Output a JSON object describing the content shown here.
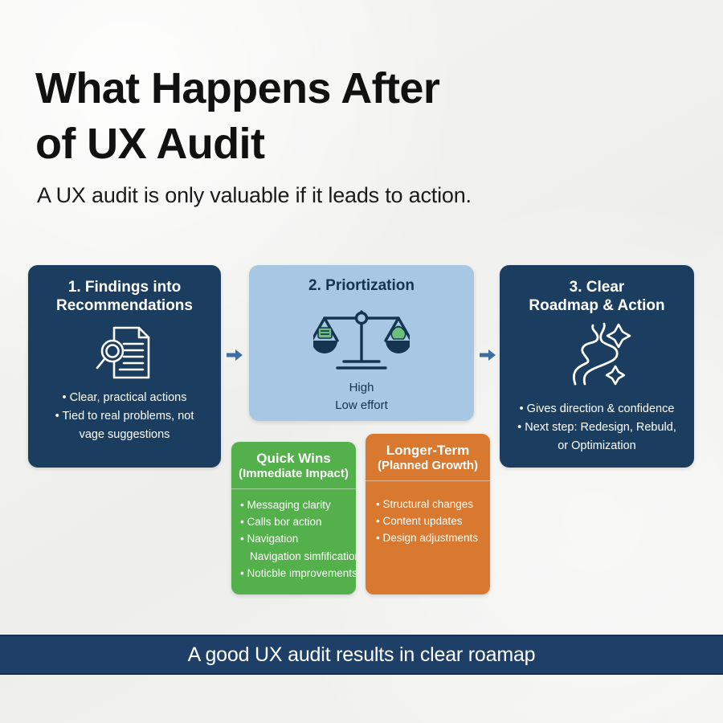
{
  "page": {
    "background_color": "#f2f2f0",
    "title_lines": [
      "What Happens After",
      "of UX Audit"
    ],
    "subtitle": "A UX audit is only valuable if it leads to action."
  },
  "colors": {
    "dark_navy": "#1b3d5f",
    "light_blue": "#a7c7e2",
    "green": "#53b04b",
    "orange": "#d9782f",
    "banner": "#1e4068",
    "arrow": "#3f6f9e"
  },
  "cards": [
    {
      "id": "findings",
      "heading_lines": [
        "1. Findings into",
        "Recommendations"
      ],
      "icon": "document-magnifier-icon",
      "bullets": [
        "• Clear, practical actions",
        "• Tied to real problems, not",
        "vage suggestions"
      ]
    },
    {
      "id": "prioritization",
      "heading_lines": [
        "2. Priortization"
      ],
      "icon": "balance-scale-icon",
      "effort_lines": [
        "High",
        "Low effort"
      ]
    },
    {
      "id": "roadmap",
      "heading_lines": [
        "3. Clear",
        "Roadmap & Action"
      ],
      "icon": "winding-road-sparkle-icon",
      "bullets": [
        "• Gives direction & confidence",
        "• Next step: Redesign, Rebuld,",
        "or Optimization"
      ]
    }
  ],
  "subcards": [
    {
      "id": "quick-wins",
      "title": "Quick Wins",
      "subtitle": "(Immediate Impact)",
      "items": [
        "• Messaging clarity",
        "• Calls bor action",
        "• Navigation",
        "Navigation simfification",
        "• Noticble improvements"
      ]
    },
    {
      "id": "longer-term",
      "title": "Longer-Term",
      "subtitle": "(Planned Growth)",
      "items": [
        "• Structural changes",
        "• Content updates",
        "• Design adjustments"
      ]
    }
  ],
  "arrows": [
    {
      "id": "arrow-card1-to-card2",
      "icon": "arrow-right-icon"
    },
    {
      "id": "arrow-card2-to-card3",
      "icon": "arrow-right-icon"
    }
  ],
  "banner": {
    "text": "A good UX audit results in clear roamap"
  }
}
